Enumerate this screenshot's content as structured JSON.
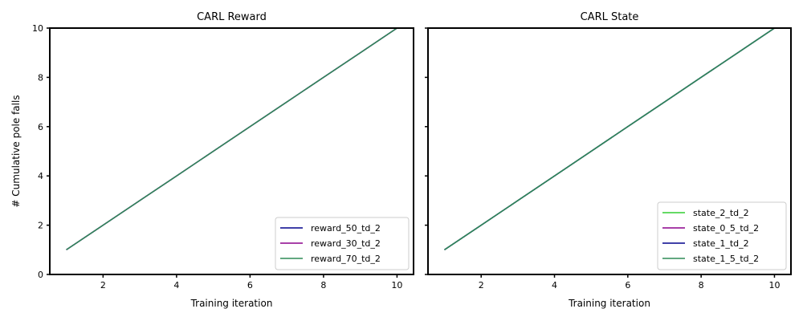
{
  "chart_data": [
    {
      "type": "line",
      "title": "CARL Reward",
      "xlabel": "Training iteration",
      "ylabel": "# Cumulative pole falls",
      "xlim": [
        0.55,
        10.45
      ],
      "ylim": [
        0,
        10
      ],
      "xticks": [
        2,
        4,
        6,
        8,
        10
      ],
      "yticks": [
        0,
        2,
        4,
        6,
        8,
        10
      ],
      "grid": false,
      "legend_position": "lower right",
      "x": [
        1,
        2,
        3,
        4,
        5,
        6,
        7,
        8,
        9,
        10
      ],
      "series": [
        {
          "name": "reward_50_td_2",
          "color": "#00008b",
          "values": [
            1,
            2,
            3,
            4,
            5,
            6,
            7,
            8,
            9,
            10
          ]
        },
        {
          "name": "reward_30_td_2",
          "color": "#8b008b",
          "values": [
            1,
            2,
            3,
            4,
            5,
            6,
            7,
            8,
            9,
            10
          ]
        },
        {
          "name": "reward_70_td_2",
          "color": "#2e8b57",
          "values": [
            1,
            2,
            3,
            4,
            5,
            6,
            7,
            8,
            9,
            10
          ]
        }
      ]
    },
    {
      "type": "line",
      "title": "CARL State",
      "xlabel": "Training iteration",
      "ylabel": "",
      "xlim": [
        0.55,
        10.45
      ],
      "ylim": [
        0,
        10
      ],
      "xticks": [
        2,
        4,
        6,
        8,
        10
      ],
      "yticks": [
        0,
        2,
        4,
        6,
        8,
        10
      ],
      "sharey": true,
      "grid": false,
      "legend_position": "lower right",
      "x": [
        1,
        2,
        3,
        4,
        5,
        6,
        7,
        8,
        9,
        10
      ],
      "series": [
        {
          "name": "state_2_td_2",
          "color": "#32cd32",
          "values": [
            1,
            2,
            3,
            4,
            5,
            6,
            7,
            8,
            9,
            10
          ]
        },
        {
          "name": "state_0_5_td_2",
          "color": "#8b008b",
          "values": [
            1,
            2,
            3,
            4,
            5,
            6,
            7,
            8,
            9,
            10
          ]
        },
        {
          "name": "state_1_td_2",
          "color": "#00008b",
          "values": [
            1,
            2,
            3,
            4,
            5,
            6,
            7,
            8,
            9,
            10
          ]
        },
        {
          "name": "state_1_5_td_2",
          "color": "#2e8b57",
          "values": [
            1,
            2,
            3,
            4,
            5,
            6,
            7,
            8,
            9,
            10
          ]
        }
      ]
    }
  ]
}
